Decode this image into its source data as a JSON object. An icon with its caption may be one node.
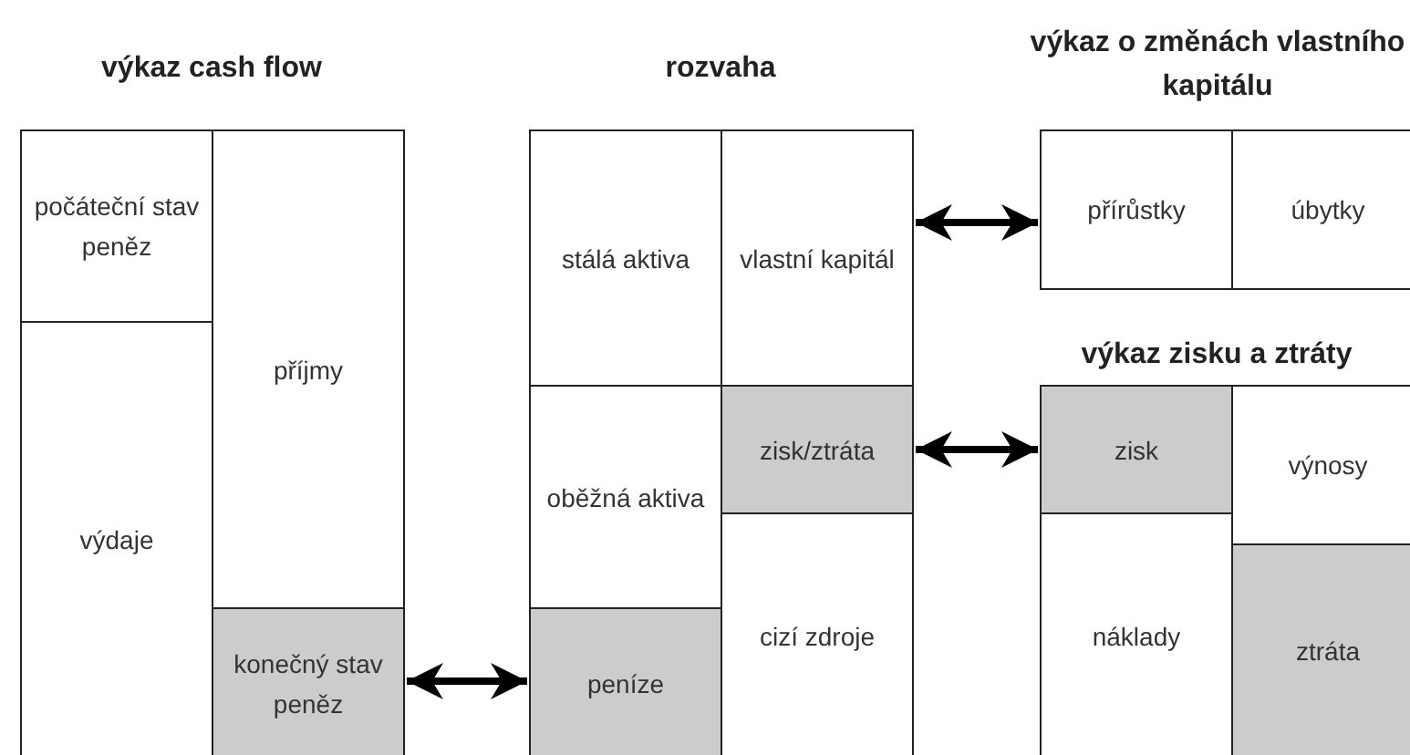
{
  "diagram": {
    "nodes": [
      {
        "text": [
          "výkaz cash flow"
        ]
      },
      {
        "text": [
          "počáteční stav peněz"
        ],
        "in": 0
      },
      {
        "text": [
          "výdaje"
        ],
        "in": 0
      },
      {
        "text": [
          "příjmy"
        ],
        "in": 0
      },
      {
        "text": [
          "konečný stav peněz"
        ],
        "in": 0
      },
      {
        "text": [
          "rozvaha"
        ]
      },
      {
        "text": [
          "stálá aktiva"
        ],
        "in": 5
      },
      {
        "text": [
          "oběžná aktiva"
        ],
        "in": 5
      },
      {
        "text": [
          "peníze"
        ],
        "in": 5
      },
      {
        "text": [
          "vlastní kapitál"
        ],
        "in": 5
      },
      {
        "text": [
          "zisk/ztráta"
        ],
        "in": 5
      },
      {
        "text": [
          "cizí zdroje"
        ],
        "in": 5
      },
      {
        "text": [
          "výkaz o změnách vlastního kapitálu"
        ]
      },
      {
        "text": [
          "přírůstky"
        ],
        "in": 12
      },
      {
        "text": [
          "úbytky"
        ],
        "in": 12
      },
      {
        "text": [
          "výkaz zisku a ztráty"
        ]
      },
      {
        "text": [
          "zisk"
        ],
        "in": 15
      },
      {
        "text": [
          "náklady"
        ],
        "in": 15
      },
      {
        "text": [
          "výnosy"
        ],
        "in": 15
      },
      {
        "text": [
          "ztráta"
        ],
        "in": 15
      }
    ],
    "edges": [
      {
        "from": 4,
        "to": 8,
        "arrow": "both"
      },
      {
        "from": 9,
        "to": 13,
        "arrow": "both"
      },
      {
        "from": 10,
        "to": 16,
        "arrow": "both"
      }
    ]
  }
}
